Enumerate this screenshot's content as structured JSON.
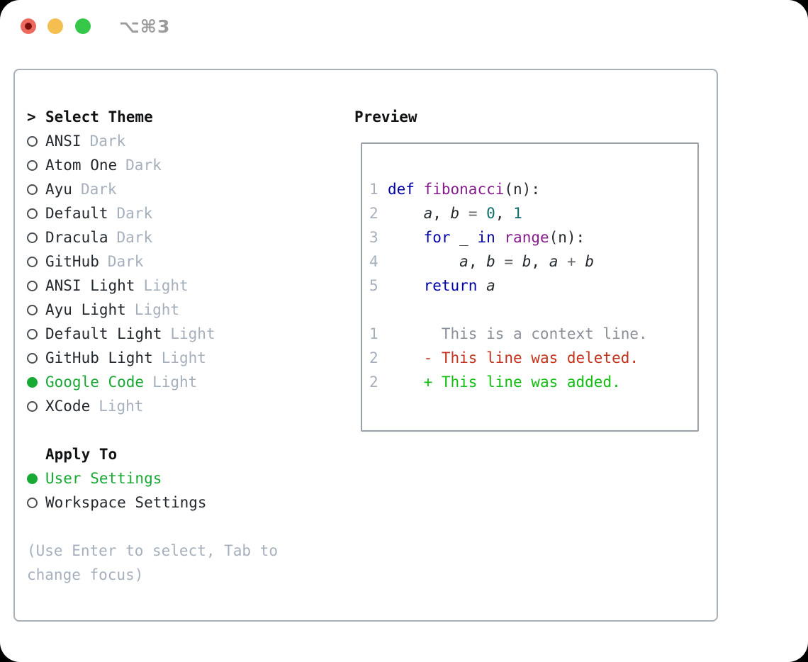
{
  "titlebar": {
    "shortcut": "⌥⌘3"
  },
  "colors": {
    "accent_green": "#17a934",
    "diff_added": "#0fbe0f",
    "diff_deleted": "#c5321c",
    "keyword_blue": "#0000a8",
    "function_purple": "#861c8c",
    "literal_teal": "#0e6e6e",
    "muted_gray": "#a6b0bc",
    "traffic_red": "#ee6a5f",
    "traffic_yellow": "#f5be50",
    "traffic_green": "#34c748"
  },
  "selector": {
    "prompt": ">",
    "title": "Select Theme",
    "themes": [
      {
        "name": "ANSI",
        "variant": "Dark",
        "selected": false
      },
      {
        "name": "Atom One",
        "variant": "Dark",
        "selected": false
      },
      {
        "name": "Ayu",
        "variant": "Dark",
        "selected": false
      },
      {
        "name": "Default",
        "variant": "Dark",
        "selected": false
      },
      {
        "name": "Dracula",
        "variant": "Dark",
        "selected": false
      },
      {
        "name": "GitHub",
        "variant": "Dark",
        "selected": false
      },
      {
        "name": "ANSI Light",
        "variant": "Light",
        "selected": false
      },
      {
        "name": "Ayu Light",
        "variant": "Light",
        "selected": false
      },
      {
        "name": "Default Light",
        "variant": "Light",
        "selected": false
      },
      {
        "name": "GitHub Light",
        "variant": "Light",
        "selected": false
      },
      {
        "name": "Google Code",
        "variant": "Light",
        "selected": true
      },
      {
        "name": "XCode",
        "variant": "Light",
        "selected": false
      }
    ],
    "apply_to": {
      "title": "Apply To",
      "options": [
        {
          "label": "User Settings",
          "selected": true
        },
        {
          "label": "Workspace Settings",
          "selected": false
        }
      ]
    },
    "hint": "(Use Enter to select, Tab to change focus)"
  },
  "preview": {
    "title": "Preview",
    "code_lines": [
      {
        "n": "1",
        "tokens": [
          [
            "def",
            "kw"
          ],
          [
            " ",
            "pl"
          ],
          [
            "fibonacci",
            "fn"
          ],
          [
            "(n):",
            "pl"
          ]
        ]
      },
      {
        "n": "2",
        "tokens": [
          [
            "    ",
            "pl"
          ],
          [
            "a",
            "var"
          ],
          [
            ", ",
            "pl"
          ],
          [
            "b",
            "var"
          ],
          [
            " ",
            "pl"
          ],
          [
            "=",
            "op"
          ],
          [
            " ",
            "pl"
          ],
          [
            "0",
            "num"
          ],
          [
            ", ",
            "pl"
          ],
          [
            "1",
            "num"
          ]
        ]
      },
      {
        "n": "3",
        "tokens": [
          [
            "    ",
            "pl"
          ],
          [
            "for",
            "kw"
          ],
          [
            " _ ",
            "pl"
          ],
          [
            "in",
            "kw"
          ],
          [
            " ",
            "pl"
          ],
          [
            "range",
            "fn"
          ],
          [
            "(n):",
            "pl"
          ]
        ]
      },
      {
        "n": "4",
        "tokens": [
          [
            "        ",
            "pl"
          ],
          [
            "a",
            "var"
          ],
          [
            ", ",
            "pl"
          ],
          [
            "b",
            "var"
          ],
          [
            " ",
            "pl"
          ],
          [
            "=",
            "op"
          ],
          [
            " ",
            "pl"
          ],
          [
            "b",
            "var"
          ],
          [
            ", ",
            "pl"
          ],
          [
            "a",
            "var"
          ],
          [
            " ",
            "pl"
          ],
          [
            "+",
            "op"
          ],
          [
            " ",
            "pl"
          ],
          [
            "b",
            "var"
          ]
        ]
      },
      {
        "n": "5",
        "tokens": [
          [
            "    ",
            "pl"
          ],
          [
            "return",
            "kw"
          ],
          [
            " ",
            "pl"
          ],
          [
            "a",
            "var"
          ]
        ]
      }
    ],
    "diff_lines": [
      {
        "n": "1",
        "tokens": [
          [
            "      This is a context line.",
            "ctx"
          ]
        ]
      },
      {
        "n": "2",
        "tokens": [
          [
            "    ",
            "pl"
          ],
          [
            "- This line was deleted.",
            "del"
          ]
        ]
      },
      {
        "n": "2",
        "tokens": [
          [
            "    ",
            "pl"
          ],
          [
            "+ This line was added.",
            "add"
          ]
        ]
      }
    ]
  }
}
